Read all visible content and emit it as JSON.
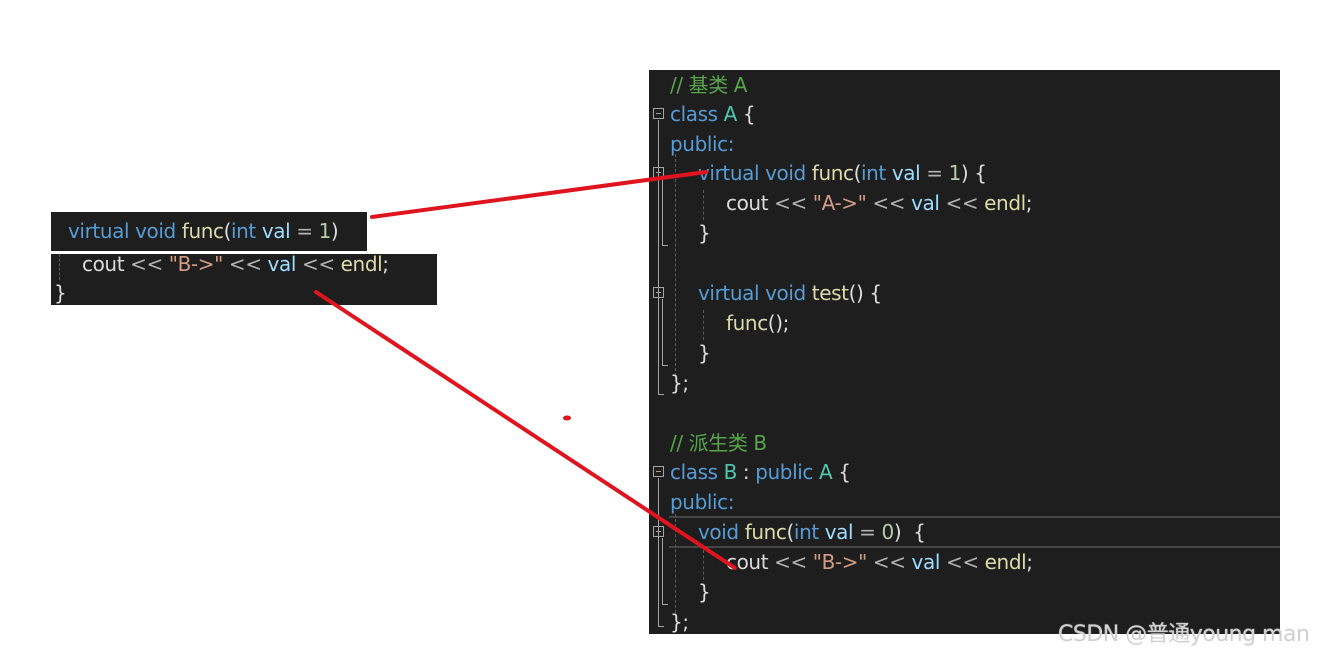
{
  "snippet": {
    "line1": {
      "kw": "virtual void",
      "fn": "func",
      "open": "(",
      "type": "int",
      "var": "val",
      "eq": " = ",
      "num": "1",
      "close": ")"
    },
    "line2": {
      "obj": "cout",
      "op1": " << ",
      "str": "\"B->\"",
      "op2": " << ",
      "var": "val",
      "op3": " << ",
      "endl": "endl",
      "semi": ";"
    },
    "line3": "}"
  },
  "editor": {
    "comment_a": "// 基类 A",
    "class_a": {
      "kw": "class",
      "name": "A",
      "brace": " {"
    },
    "public_a": "public:",
    "func_a": {
      "kw": "virtual void",
      "fn": "func",
      "open": "(",
      "type": "int",
      "var": "val",
      "eq": " = ",
      "num": "1",
      "close": ") {"
    },
    "cout_a": {
      "obj": "cout",
      "op1": " << ",
      "str": "\"A->\"",
      "op2": " << ",
      "var": "val",
      "op3": " << ",
      "endl": "endl",
      "semi": ";"
    },
    "close_func_a": "}",
    "test_a": {
      "kw": "virtual void",
      "fn": "test",
      "rest": "() {"
    },
    "call_a": {
      "fn": "func",
      "rest": "();"
    },
    "close_test_a": "}",
    "close_class_a": "};",
    "comment_b": "// 派生类 B",
    "class_b": {
      "kw": "class",
      "name": "B",
      "colon": " : ",
      "kw2": "public",
      "base": "A",
      "brace": " {"
    },
    "public_b": "public:",
    "func_b": {
      "kw": "void",
      "fn": "func",
      "open": "(",
      "type": "int",
      "var": "val",
      "eq": " = ",
      "num": "0",
      "close": ")  {"
    },
    "cout_b": {
      "obj": "cout",
      "op1": " << ",
      "str": "\"B->\"",
      "op2": " << ",
      "var": "val",
      "op3": " << ",
      "endl": "endl",
      "semi": ";"
    },
    "close_func_b": "}",
    "close_class_b": "};"
  },
  "annotation_color": "#e0141e",
  "watermark": "CSDN @普通young man"
}
